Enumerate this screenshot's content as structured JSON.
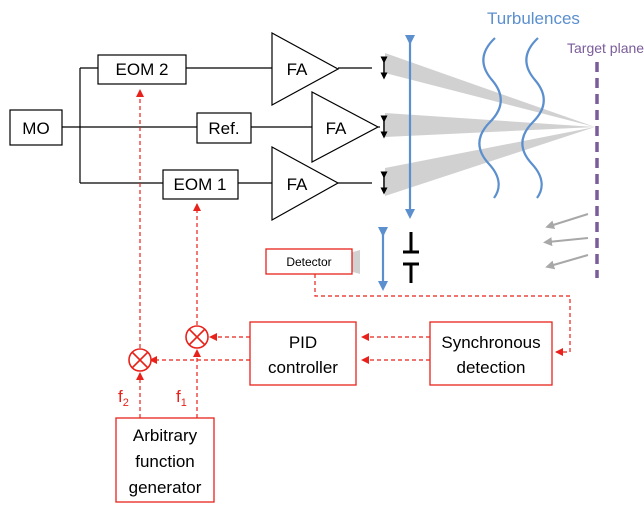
{
  "labels": {
    "mo": "MO",
    "eom2": "EOM 2",
    "eom1": "EOM 1",
    "ref": "Ref.",
    "fa1": "FA",
    "fa2": "FA",
    "fa3": "FA",
    "turbulences": "Turbulences",
    "target_plane": "Target plane",
    "detector": "Detector",
    "pid_line1": "PID",
    "pid_line2": "controller",
    "sync_line1": "Synchronous",
    "sync_line2": "detection",
    "afg_line1": "Arbitrary",
    "afg_line2": "function",
    "afg_line3": "generator",
    "f2": "f",
    "f2_sub": "2",
    "f1": "f",
    "f1_sub": "1"
  },
  "colors": {
    "signal": "#e8221b",
    "optics": "#5b8fce",
    "target": "#7a5c99",
    "beam": "#c9c9c9"
  }
}
